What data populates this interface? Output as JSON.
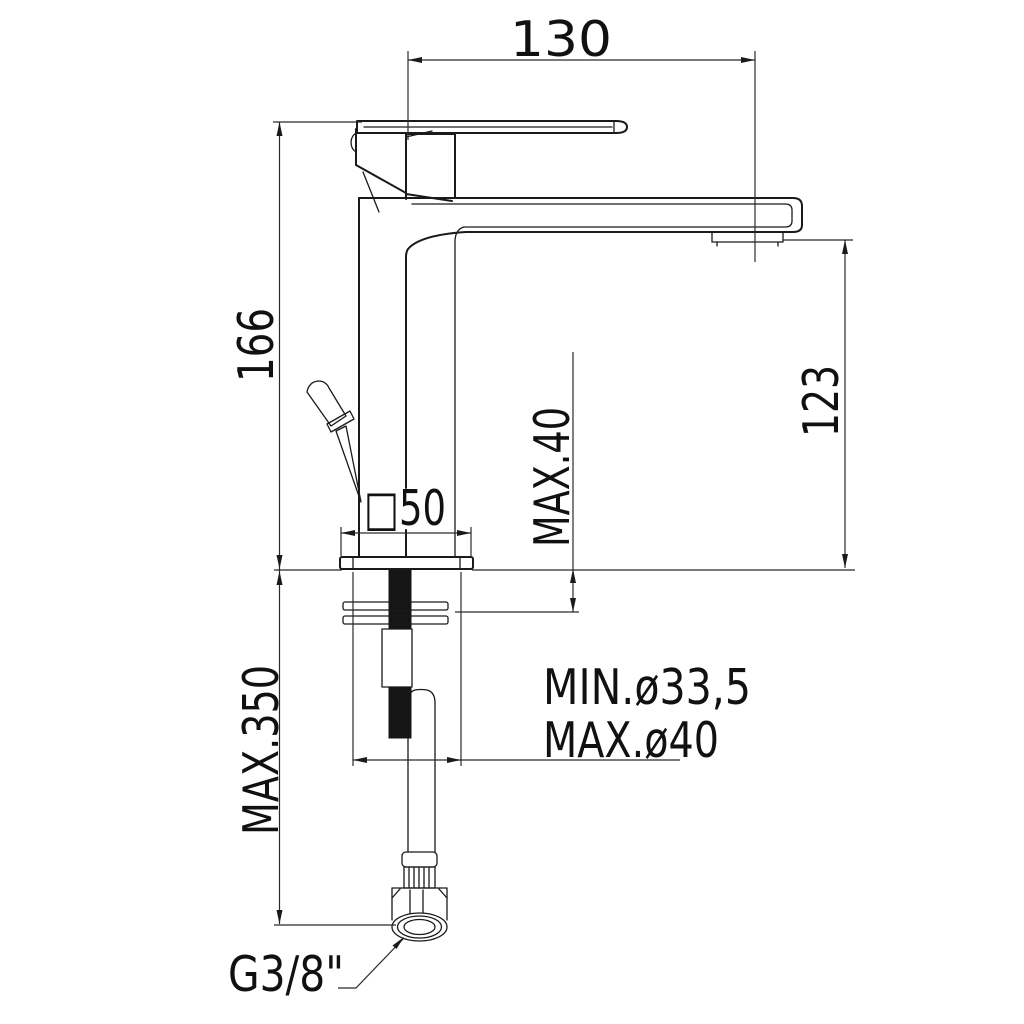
{
  "background": "#ffffff",
  "line_color": "#1a1a1a",
  "drawing": {
    "kind": "faucet-installation-dimension-drawing",
    "view": "side-elevation"
  },
  "dims": {
    "top_width": "130",
    "height_above_deck": "166",
    "spout_outlet_height": "123",
    "deck_thickness_max": "MAX.40",
    "base_square": "□50",
    "below_deck_max": "MAX.350",
    "hole_diameter_min": "MIN.ø33,5",
    "hole_diameter_max": "MAX.ø40",
    "supply_connection": "G3/8\""
  }
}
